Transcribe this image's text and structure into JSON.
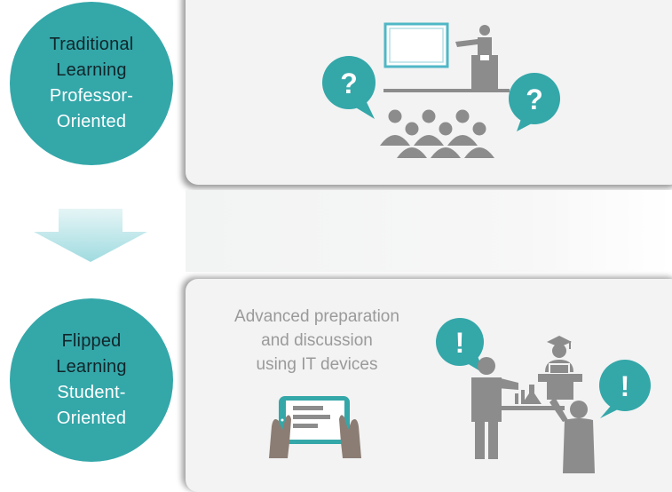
{
  "traditional": {
    "line1": "Traditional",
    "line2": "Learning",
    "line3": "Professor-",
    "line4": "Oriented"
  },
  "flipped": {
    "line1": "Flipped",
    "line2": "Learning",
    "line3": "Student-",
    "line4": "Oriented"
  },
  "caption": {
    "line1": "Advanced preparation",
    "line2": "and discussion",
    "line3": "using IT devices"
  },
  "bubbles": {
    "question": "?",
    "exclamation": "!"
  },
  "colors": {
    "teal": "#34a7a9",
    "icon_gray": "#8c8c8c",
    "arrow_light": "#a8dfe2",
    "panel_bg": "#f3f3f3"
  },
  "icons": [
    "presentation-board-icon",
    "lecturer-icon",
    "audience-icon",
    "question-bubble-icon",
    "tablet-hands-icon",
    "student-laptop-icon",
    "lab-flask-icon",
    "exclamation-bubble-icon"
  ]
}
